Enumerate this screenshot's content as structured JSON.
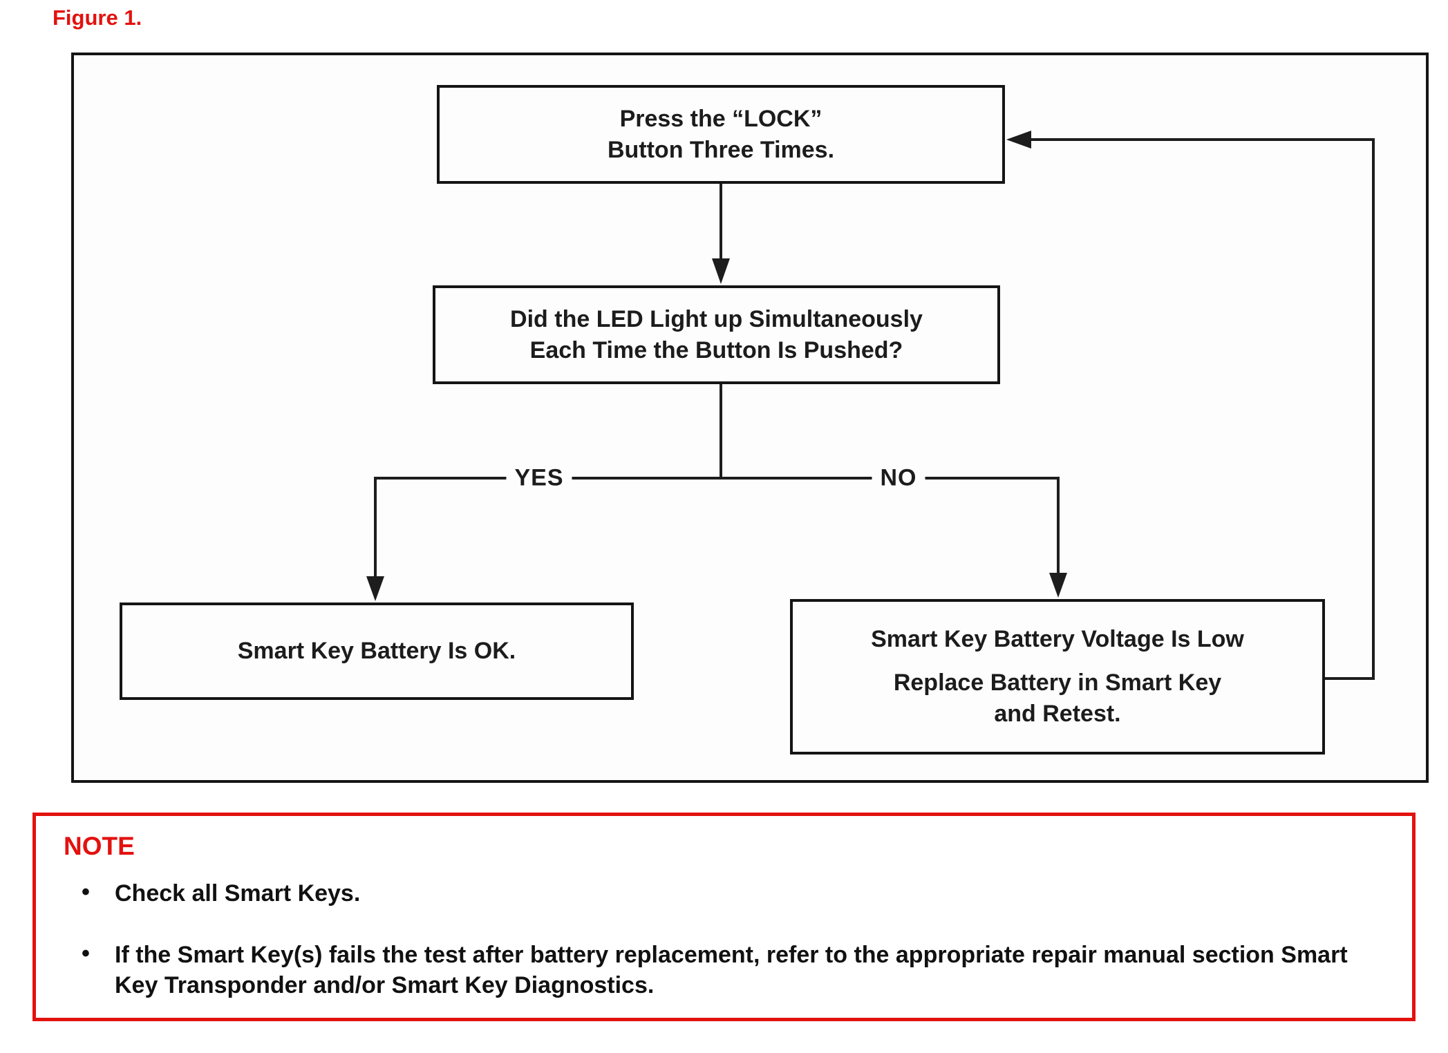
{
  "figure_label": "Figure 1.",
  "colors": {
    "accent_red": "#e2120f",
    "line_black": "#1d1d1d",
    "text_black": "#1c1c1c"
  },
  "flowchart": {
    "nodes": {
      "press_lock": {
        "lines": [
          "Press the “LOCK”",
          "Button Three Times."
        ]
      },
      "led_question": {
        "lines": [
          "Did the LED Light up Simultaneously",
          "Each Time the Button Is Pushed?"
        ]
      },
      "battery_ok": {
        "lines": [
          "Smart Key Battery Is OK."
        ]
      },
      "battery_low": {
        "para1": "Smart Key Battery Voltage Is Low",
        "para2_lines": [
          "Replace Battery in Smart Key",
          "and Retest."
        ]
      }
    },
    "branch_labels": {
      "yes": "YES",
      "no": "NO"
    }
  },
  "note": {
    "heading": "NOTE",
    "bullets": [
      "Check all Smart Keys.",
      "If the Smart Key(s) fails the test after battery replacement, refer to the appropriate repair manual section Smart Key Transponder and/or Smart Key Diagnostics."
    ]
  }
}
